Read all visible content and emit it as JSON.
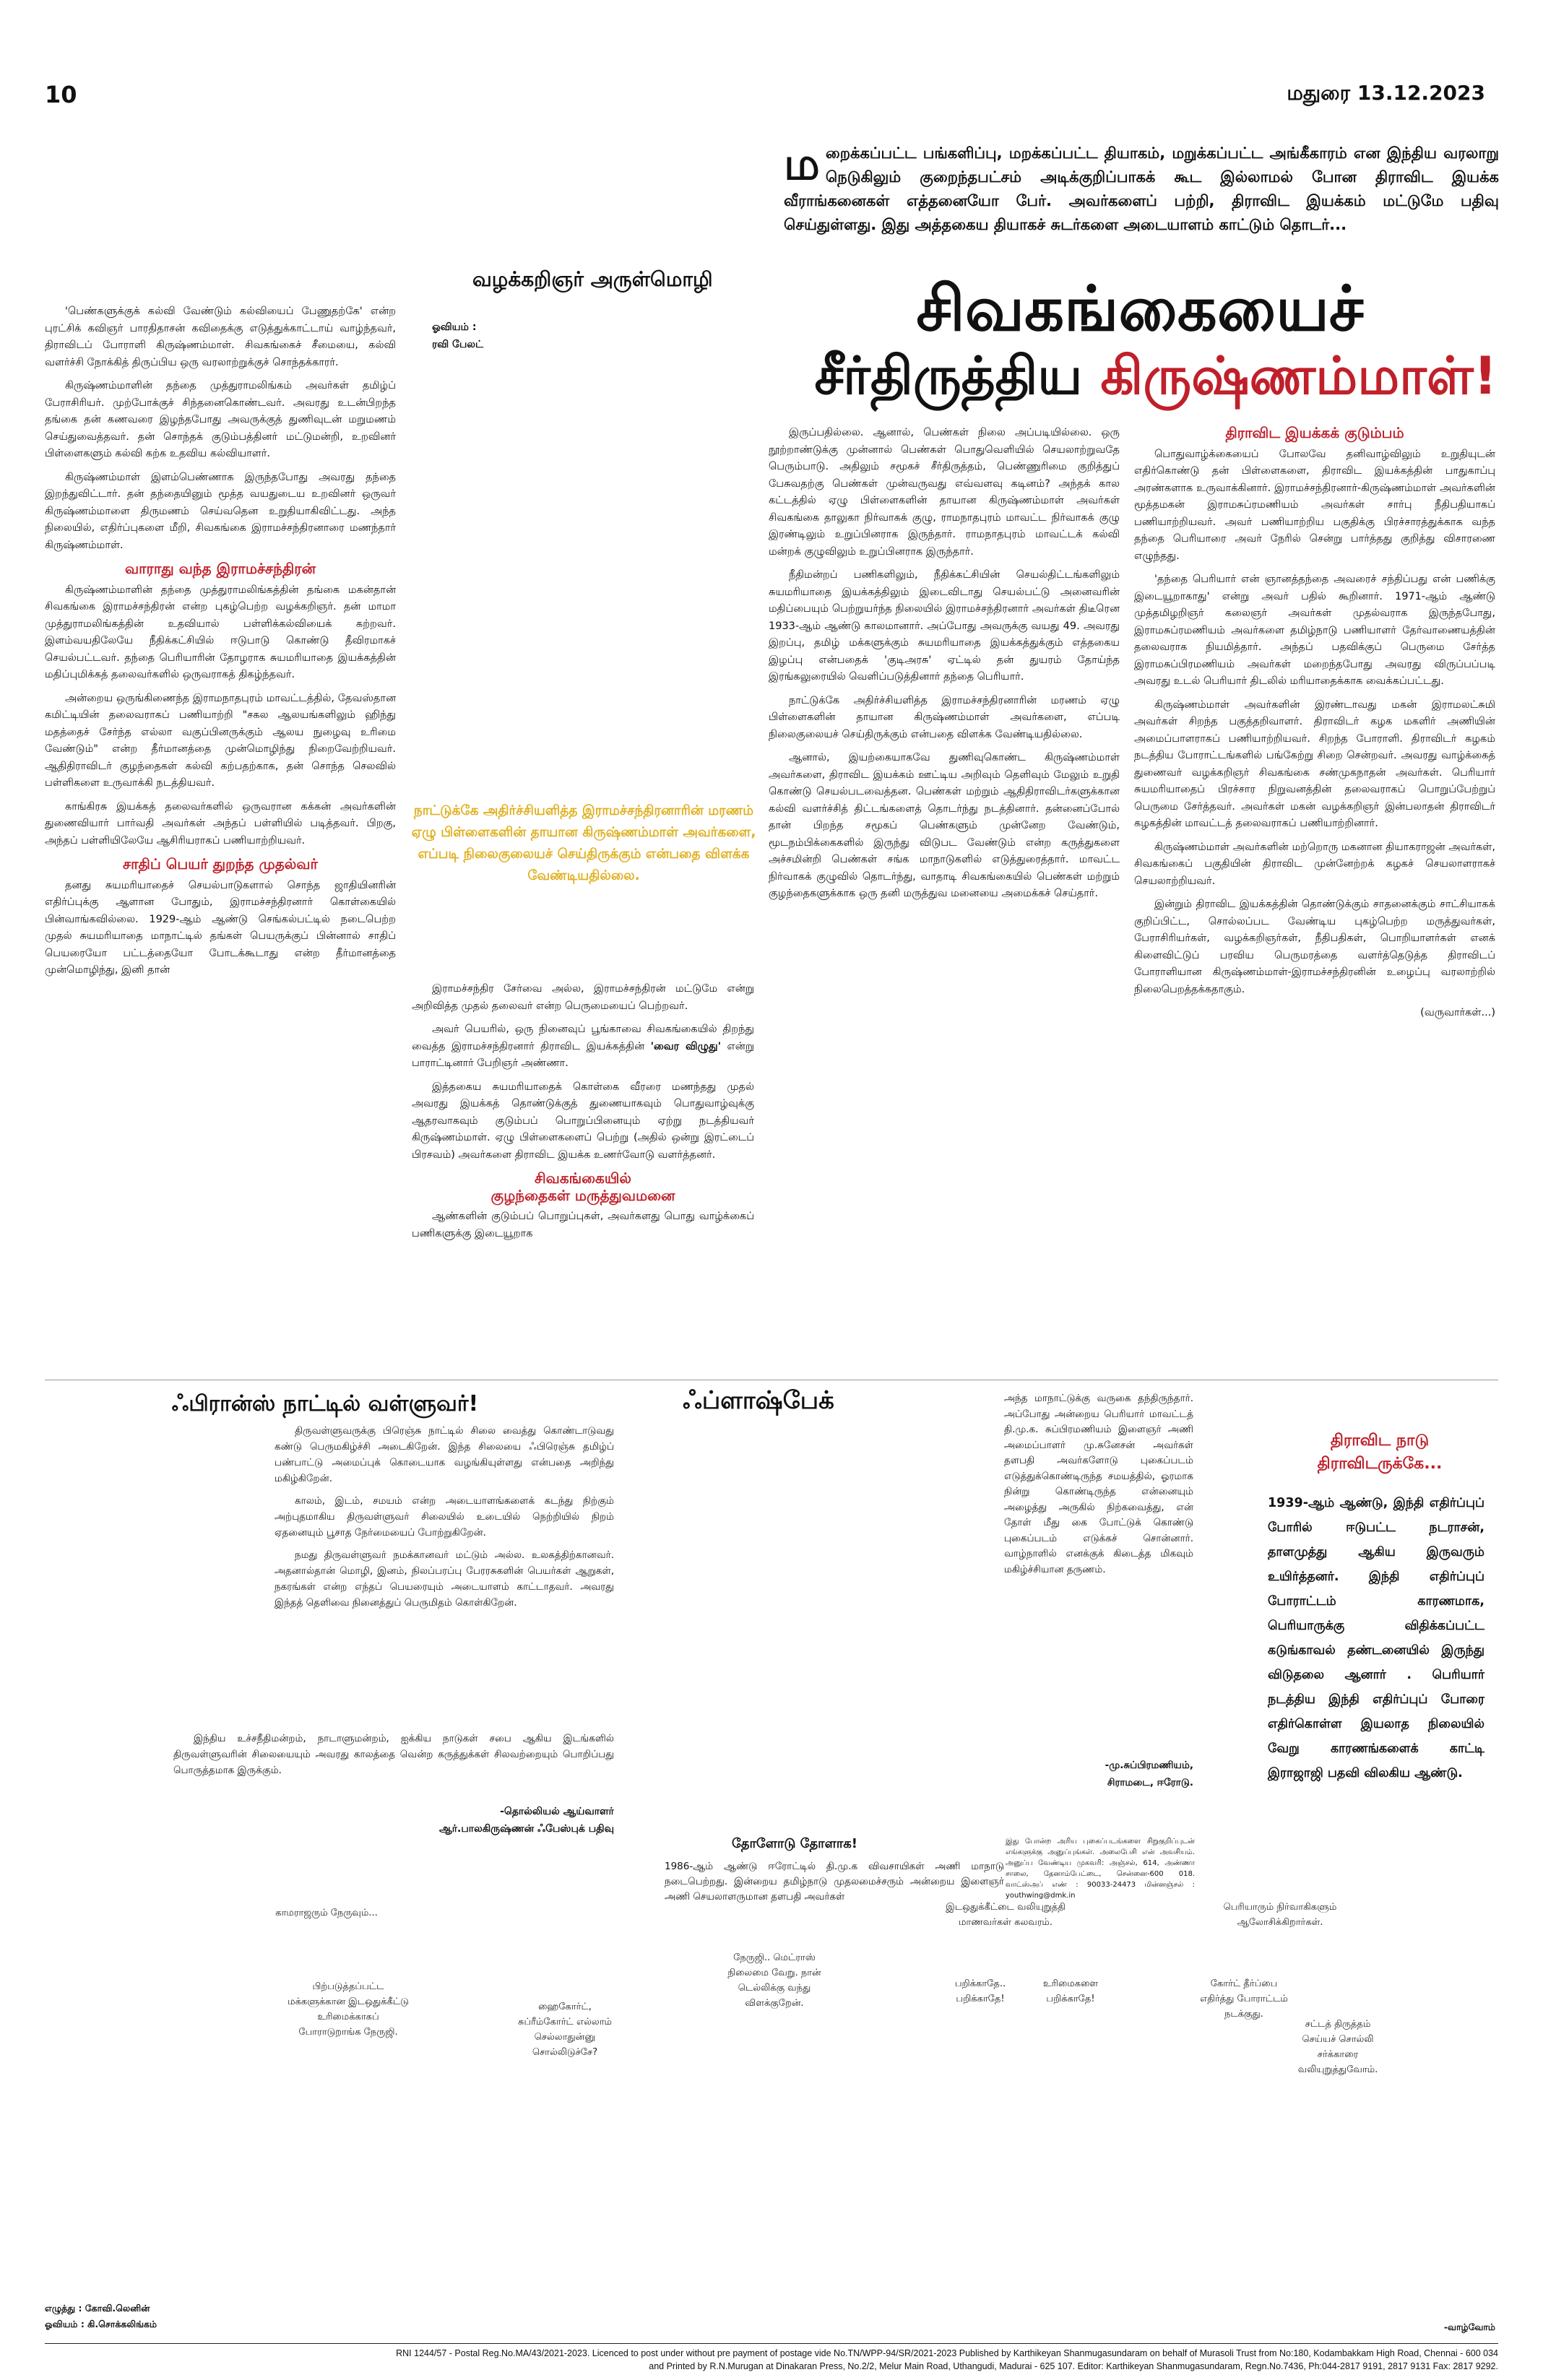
{
  "header": {
    "page_number": "10",
    "city_date": "மதுரை 13.12.2023"
  },
  "intro": {
    "drop_cap": "ம",
    "text": "றைக்கப்பட்ட பங்களிப்பு, மறக்கப்பட்ட தியாகம், மறுக்கப்பட்ட அங்கீகாரம் என இந்திய வரலாறு நெடுகிலும் குறைந்தபட்சம் அடிக்குறிப்பாகக் கூட இல்லாமல் போன திராவிட இயக்க வீராங்கனைகள் எத்தனையோ பேர். அவர்களைப் பற்றி, திராவிட இயக்கம் மட்டுமே பதிவு செய்துள்ளது. இது அத்தகைய தியாகச் சுடர்களை அடையாளம் காட்டும் தொடர்..."
  },
  "byline": {
    "author": "வழக்கறிஞர் அருள்மொழி",
    "art_label": "ஓவியம் :",
    "art_name": "ரவி பேலட்"
  },
  "title": {
    "line1": "சிவகங்கையைச்",
    "line2_black": "சீர்திருத்திய",
    "line2_red": "கிருஷ்ணம்மாள்!"
  },
  "col1": {
    "para1": "'பெண்களுக்குக் கல்வி வேண்டும் கல்வியைப் பேணுதற்கே' என்ற புரட்சிக் கவிஞர் பாரதிதாசன் கவிதைக்கு எடுத்துக்காட்டாய் வாழ்ந்தவர், திராவிடப் போராளி கிருஷ்ணம்மாள். சிவகங்கைச் சீமையை, கல்வி வளர்ச்சி நோக்கித் திருப்பிய ஒரு வரலாற்றுக்குச் சொந்தக்காரர்.",
    "para2": "கிருஷ்ணம்மாளின் தந்தை முத்துராமலிங்கம் அவர்கள் தமிழ்ப் பேராசிரியர். முற்போக்குச் சிந்தனைகொண்டவர். அவரது உடன்பிறந்த தங்கை தன் கணவரை இழந்தபோது அவருக்குத் துணிவுடன் மறுமணம் செய்துவைத்தவர். தன் சொந்தக் குடும்பத்தினர் மட்டுமன்றி, உறவினர் பிள்ளைகளும் கல்வி கற்க உதவிய கல்வியாளர்.",
    "para3": "கிருஷ்ணம்மாள் இளம்பெண்ணாக இருந்தபோது அவரது தந்தை இறந்துவிட்டார். தன் தந்தையினும் மூத்த வயதுடைய உறவினர் ஒருவர் கிருஷ்ணம்மாளை திருமணம் செய்வதென உறுதியாகிவிட்டது. அந்த நிலையில், எதிர்ப்புகளை மீறி, சிவகங்கை இராமச்சந்திரனாரை மணந்தார் கிருஷ்ணம்மாள்.",
    "head1": "வாராது வந்த இராமச்சந்திரன்",
    "para4": "கிருஷ்ணம்மாளின் தந்தை முத்துராமலிங்கத்தின் தங்கை மகன்தான் சிவகங்கை இராமச்சந்திரன் என்ற புகழ்பெற்ற வழக்கறிஞர். தன் மாமா முத்துராமலிங்கத்தின் உதவியால் பள்ளிக்கல்வியைக் கற்றவர். இளம்வயதிலேயே நீதிக்கட்சியில் ஈடுபாடு கொண்டு தீவிரமாகச் செயல்பட்டவர். தந்தை பெரியாரின் தோழராக சுயமரியாதை இயக்கத்தின் மதிப்புமிக்கத் தலைவர்களில் ஒருவராகத் திகழ்ந்தவர்.",
    "para5": "அன்றைய ஒருங்கிணைந்த இராமநாதபுரம் மாவட்டத்தில், தேவஸ்தான கமிட்டியின் தலைவராகப் பணியாற்றி \"சகல ஆலயங்களிலும் ஹிந்து மதத்தைச் சேர்ந்த எல்லா வகுப்பினருக்கும் ஆலய நுழைவு உரிமை வேண்டும்\" என்ற தீர்மானத்தை முன்மொழிந்து நிறைவேற்றியவர். ஆதிதிராவிடர் குழந்தைகள் கல்வி கற்பதற்காக, தன் சொந்த செலவில் பள்ளிகளை உருவாக்கி நடத்தியவர்.",
    "para6": "காங்கிரசு இயக்கத் தலைவர்களில் ஒருவரான கக்கன் அவர்களின் துணைவியார் பார்வதி அவர்கள் அந்தப் பள்ளியில் படித்தவர். பிறகு, அந்தப் பள்ளியிலேயே ஆசிரியராகப் பணியாற்றியவர்.",
    "head2": "சாதிப் பெயர் துறந்த முதல்வர்",
    "para7": "தனது சுயமரியாதைச் செயல்பாடுகளால் சொந்த ஜாதியினரின் எதிர்ப்புக்கு ஆளான போதும், இராமச்சந்திரனார் கொள்கையில் பின்வாங்கவில்லை. 1929-ஆம் ஆண்டு செங்கல்பட்டில் நடைபெற்ற முதல் சுயமரியாதை மாநாட்டில் தங்கள் பெயருக்குப் பின்னால் சாதிப் பெயரையோ பட்டத்தையோ போடக்கூடாது என்ற தீர்மானத்தை முன்மொழிந்து, இனி தான்"
  },
  "pullquote": {
    "text": "நாட்டுக்கே அதிர்ச்சியளித்த இராமச்சந்திரனாரின் மரணம் ஏழு பிள்ளைகளின் தாயான கிருஷ்ணம்மாள் அவர்களை, எப்படி நிலைகுலையச் செய்திருக்கும் என்பதை விளக்க வேண்டியதில்லை."
  },
  "col2": {
    "para1": "இராமச்சந்திர சேர்வை அல்ல, இராமச்சந்திரன் மட்டுமே என்று அறிவித்த முதல் தலைவர் என்ற பெருமையைப் பெற்றவர்.",
    "para2_a": "அவர் பெயரில், ஒரு நினைவுப் பூங்காவை சிவகங்கையில் திறந்து வைத்த இராமச்சந்திரனார் திராவிட இயக்கத்தின் ",
    "para2_bold": "'வைர விழுது'",
    "para2_b": " என்று பாராட்டினார் பேறிஞர் அண்ணா.",
    "para3": "இத்தகைய சுயமரியாதைக் கொள்கை வீரரை மணந்தது முதல் அவரது இயக்கத் தொண்டுக்குத் துணையாகவும் பொதுவாழ்வுக்கு ஆதரவாகவும் குடும்பப் பொறுப்பினையும் ஏற்று நடத்தியவர் கிருஷ்ணம்மாள். ஏழு பிள்ளைகளைப் பெற்று (அதில் ஒன்று இரட்டைப் பிரசவம்) அவர்களை திராவிட இயக்க உணர்வோடு வளர்த்தனர்.",
    "head_line1": "சிவகங்கையில்",
    "head_line2": "குழந்தைகள் மருத்துவமனை",
    "para4": "ஆண்களின் குடும்பப் பொறுப்புகள், அவர்களது பொது வாழ்க்கைப் பணிகளுக்கு இடையூறாக"
  },
  "col3": {
    "para1": "இருப்பதில்லை. ஆனால், பெண்கள் நிலை அப்படியில்லை. ஒரு நூற்றாண்டுக்கு முன்னால் பெண்கள் பொதுவெளியில் செயலாற்றுவதே பெரும்பாடு. அதிலும் சமூகச் சீர்திருத்தம், பெண்ணுரிமை குறித்துப் பேசுவதற்கு பெண்கள் முன்வருவது எவ்வளவு கடினம்? அந்தக் கால கட்டத்தில் ஏழு பிள்ளைகளின் தாயான கிருஷ்ணம்மாள் அவர்கள் சிவகங்கை தாலுகா நிர்வாகக் குழு, ராமநாதபுரம் மாவட்ட நிர்வாகக் குழு இரண்டிலும் உறுப்பினராக இருந்தார். ராமநாதபுரம் மாவட்டக் கல்வி மன்றக் குழுவிலும் உறுப்பினராக இருந்தார்.",
    "para2": "நீதிமன்றப் பணிகளிலும், நீதிக்கட்சியின் செயல்திட்டங்களிலும் சுயமரியாதை இயக்கத்திலும் இடைவிடாது செயல்பட்டு அனைவரின் மதிப்பையும் பெற்றுயர்ந்த நிலையில் இராமச்சந்திரனார் அவர்கள் திடீரென 1933-ஆம் ஆண்டு காலமானார். அப்போது அவருக்கு வயது 49. அவரது இறப்பு, தமிழ் மக்களுக்கும் சுயமரியாதை இயக்கத்துக்கும் எத்தகைய இழப்பு என்பதைக் 'குடிஅரசு' ஏட்டில் தன் துயரம் தோய்ந்த இரங்கலுரையில் வெளிப்படுத்தினார் தந்தை பெரியார்.",
    "para3": "நாட்டுக்கே அதிர்ச்சியளித்த இராமச்சந்திரனாரின் மரணம் ஏழு பிள்ளைகளின் தாயான கிருஷ்ணம்மாள் அவர்களை, எப்படி நிலைகுலையச் செய்திருக்கும் என்பதை விளக்க வேண்டியதில்லை.",
    "para4": "ஆனால், இயற்கையாகவே துணிவுகொண்ட கிருஷ்ணம்மாள் அவர்களை, திராவிட இயக்கம் ஊட்டிய அறிவும் தெளிவும் மேலும் உறுதி கொண்டு செயல்படவைத்தன. பெண்கள் மற்றும் ஆதிதிராவிடர்களுக்கான கல்வி வளர்ச்சித் திட்டங்களைத் தொடர்ந்து நடத்தினார். தன்னைப்போல் தான் பிறந்த சமூகப் பெண்களும் முன்னேற வேண்டும், மூடநம்பிக்கைகளில் இருந்து விடுபட வேண்டும் என்ற கருத்துகளை அச்சமின்றி பெண்கள் சங்க மாநாடுகளில் எடுத்துரைத்தார். மாவட்ட நிர்வாகக் குழுவில் தொடர்ந்து, வாதாடி சிவகங்கையில் பெண்கள் மற்றும் குழந்தைகளுக்காக ஒரு தனி மருத்துவ மனையை அமைக்கச் செய்தார்."
  },
  "col4": {
    "head1": "திராவிட இயக்கக் குடும்பம்",
    "para1": "பொதுவாழ்க்கையைப் போலவே தனிவாழ்விலும் உறுதியுடன் எதிர்கொண்டு தன் பிள்ளைகளை, திராவிட இயக்கத்தின் பாதுகாப்பு அரண்களாக உருவாக்கினார். இராமச்சந்திரனார்-கிருஷ்ணம்மாள் அவர்களின் மூத்தமகன் இராமசுப்ரமணியம் அவர்கள் சார்பு நீதிபதியாகப் பணியாற்றியவர். அவர் பணியாற்றிய பகுதிக்கு பிரச்சாரத்துக்காக வந்த தந்தை பெரியாரை அவர் நேரில் சென்று பார்த்தது குறித்து விசாரணை எழுந்தது.",
    "para2": "'தந்தை பெரியார் என் ஞானத்தந்தை அவரைச் சந்திப்பது என் பணிக்கு இடையூறாகாது' என்று அவர் பதில் கூறினார். 1971-ஆம் ஆண்டு முத்தமிழறிஞர் கலைஞர் அவர்கள் முதல்வராக இருந்தபோது, இராமசுப்ரமணியம் அவர்களை தமிழ்நாடு பணியாளர் தேர்வாணையத்தின் தலைவராக நியமித்தார். அந்தப் பதவிக்குப் பெருமை சேர்த்த இராமசுப்பிரமணியம் அவர்கள் மறைந்தபோது அவரது விருப்பப்படி அவரது உடல் பெரியார் திடலில் மரியாதைக்காக வைக்கப்பட்டது.",
    "para3": "கிருஷ்ணம்மாள் அவர்களின் இரண்டாவது மகன் இராமலட்சுமி அவர்கள் சிறந்த பகுத்தறிவாளர். திராவிடர் கழக மகளிர் அணியின் அமைப்பாளராகப் பணியாற்றியவர். சிறந்த போராளி. திராவிடர் கழகம் நடத்திய போராட்டங்களில் பங்கேற்று சிறை சென்றவர். அவரது வாழ்க்கைத் துணைவர் வழக்கறிஞர் சிவகங்கை சண்முகநாதன் அவர்கள். பெரியார் சுயமரியாதைப் பிரச்சார நிறுவனத்தின் தலைவராகப் பொறுப்பேற்றுப் பெருமை சேர்த்தவர். அவர்கள் மகன் வழக்கறிஞர் இன்பலாதன் திராவிடர் கழகத்தின் மாவட்டத் தலைவராகப் பணியாற்றினார்.",
    "para4": "கிருஷ்ணம்மாள் அவர்களின் மற்றொரு மகனான தியாகராஜன் அவர்கள், சிவகங்கைப் பகுதியின் திராவிட முன்னேற்றக் கழகச் செயலாளராகச் செயலாற்றியவர்.",
    "para5": "இன்றும் திராவிட இயக்கத்தின் தொண்டுக்கும் சாதனைக்கும் சாட்சியாகக் குறிப்பிட்ட, சொல்லப்பட வேண்டிய புகழ்பெற்ற மருத்துவர்கள், பேராசிரியர்கள், வழக்கறிஞர்கள், நீதிபதிகள், பொறியாளர்கள் எனக் கிளைவிட்டுப் பரவிய பெருமரத்தை வளர்த்தெடுத்த திராவிடப் போராளியான கிருஷ்ணம்மாள்-இராமச்சந்திரனின் உழைப்பு வரலாற்றில் நிலைபெறத்தக்கதாகும்.",
    "cont": "(வருவார்கள்...)"
  },
  "france": {
    "title": "ஃபிரான்ஸ் நாட்டில் வள்ளுவர்!",
    "para1": "திருவள்ளுவருக்கு பிரெஞ்சு நாட்டில் சிலை வைத்து கொண்டாடுவது கண்டு பெருமகிழ்ச்சி அடைகிறேன். இந்த சிலையை ஃபிரெஞ்சு தமிழ்ப் பண்பாட்டு அமைப்புக் கொடையாக வழங்கியுள்ளது என்பதை அறிந்து மகிழ்கிறேன்.",
    "para2": "காலம், இடம், சமயம் என்ற அடையாளங்களைக் கடந்து நிற்கும் அற்புதமாகிய திருவள்ளுவர் சிலையில் உடையில் நெற்றியில் நிறம் ஏதனையும் பூசாத நேர்மையைப் போற்றுகிறேன்.",
    "para3": "நமது திருவள்ளுவர் நமக்கானவர் மட்டும் அல்ல. உலகத்திற்கானவர். அதனால்தான் மொழி, இனம், நிலப்பரப்பு பேரரசுகளின் பெயர்கள் ஆறுகள், நகரங்கள் என்ற எந்தப் பெயரையும் அடையாளம் காட்டாதவர். அவரது இந்தத் தெளிவை நினைத்துப் பெருமிதம் கொள்கிறேன்.",
    "para4": "இந்திய உச்சநீதிமன்றம், நாடாளுமன்றம், ஐக்கிய நாடுகள் சபை ஆகிய இடங்களில் திருவள்ளுவரின் சிலையையும் அவரது காலத்தை வென்ற கருத்துக்கள் சிலவற்றையும் பொறிப்பது பொருத்தமாக இருக்கும்.",
    "sign1": "-தொல்லியல் ஆய்வாளர்",
    "sign2": "ஆர்.பாலகிருஷ்ணன் ஃபேஸ்புக் பதிவு"
  },
  "flashback": {
    "title": "ஃப்ளாஷ்பேக்",
    "text": "அந்த மாநாட்டுக்கு வருகை தந்திருந்தார். அப்போது அன்றைய பெரியார் மாவட்டத் தி.மு.க. சுப்பிரமணியம் இளைஞர் அணி அமைப்பாளர் மு.சுனேசன் அவர்கள் தளபதி அவர்களோடு புகைப்படம் எடுத்துக்கொண்டிருந்த சமயத்தில், ஓரமாக நின்று கொண்டிருந்த என்னையும் அழைத்து அருகில் நிற்கவைத்து, என் தோள் மீது கை போட்டுக் கொண்டு புகைப்படம் எடுக்கச் சொன்னார். வாழ்நாளில் எனக்குக் கிடைத்த மிகவும் மகிழ்ச்சியான தருணம்.",
    "sign1": "-மு.சுப்பிரமணியம்,",
    "sign2": "சிராமடை, ஈரோடு.",
    "photo_title": "தோளோடு தோளாக!",
    "photo_caption": "1986-ஆம் ஆண்டு ஈரோட்டில் தி.மு.க விவசாயிகள் அணி மாநாடு நடைபெற்றது. இன்றைய தமிழ்நாடு முதலமைச்சரும் அன்றைய இளைஞர் அணி செயலாளருமான தளபதி அவர்கள்",
    "notice": "இது போன்ற அரிய புகைப்படங்களை சிறுகுறிப்புடன் எங்களுக்கு அனுப்புங்கள். அலைபேசி என் அவசியம். அனுப்ப வேண்டிய முகவரி: அஞ்சல், 614, அண்ணா சாலை, தேனாம்பேட்டை, சென்னை-600 018. வாட்ஸ்அப் எண் : 90033-24473 மின்னஞ்சல் : youthwing@dmk.in"
  },
  "dravida": {
    "title_line1": "திராவிட நாடு",
    "title_line2": "திராவிடருக்கே...",
    "text": "1939-ஆம் ஆண்டு, இந்தி எதிர்ப்புப் போரில் ஈடுபட்ட நடராசன், தாளமுத்து ஆகிய இருவரும் உயிர்த்தனர். இந்தி எதிர்ப்புப் போராட்டம் காரணமாக, பெரியாருக்கு விதிக்கப்பட்ட கடுங்காவல் தண்டனையில் இருந்து விடுதலை ஆனார் . பெரியார் நடத்திய இந்தி எதிர்ப்புப் போரை எதிர்கொள்ள இயலாத நிலையில் வேறு காரணங்களைக் காட்டி இராஜாஜி பதவி விலகிய ஆண்டு."
  },
  "cartoon": {
    "b1": "காமராஜரும் நேருவும்...",
    "b2": "பிற்படுத்தப்பட்ட\nமக்களுக்கான இடஒதுக்கீட்டு\nஉரிமைக்காகப்\nபோராடுறாங்க நேருஜி.",
    "b3": "ஹைகோர்ட்,\nசுப்ரீம்கோர்ட் எல்லாம்\nசெல்லாதுன்னு\nசொல்லிடுச்சே?",
    "b4": "நேருஜி.. மெட்ராஸ்\nநிலைமை வேறு. நான்\nடெல்லிக்கு வந்து\nவிளக்குறேன்.",
    "b5": "இடஒதுக்கீட்டை வலியுறுத்தி\nமாணவர்கள் கலவரம்.",
    "b6": "பறிக்காதே..\nபறிக்காதே!",
    "b7": "உரிமைகளை\nபறிக்காதே!",
    "b8": "பெரியாரும் நிர்வாகிகளும்\nஆலோசிக்கிறார்கள்.",
    "b9": "கோர்ட் தீர்ப்பை\nஎதிர்த்து போராட்டம்\nநடக்குது.",
    "b10": "சட்டத் திருத்தம்\nசெய்யச் சொல்லி\nசர்க்காரை\nவலியுறுத்துவோம்.",
    "credit_writer": "எழுத்து : கோவி.லெனின்",
    "credit_artist": "ஓவியம் : கி.சொக்கலிங்கம்",
    "credit_right": "-வாழ்வோம்"
  },
  "footer": {
    "line1": "RNI 1244/57 - Postal Reg.No.MA/43/2021-2023. Licenced to post under without pre payment of postage vide No.TN/WPP-94/SR/2021-2023 Published by Karthikeyan Shanmugasundaram on behalf of Murasoli Trust from No:180, Kodambakkam High Road, Chennai - 600 034",
    "line2": "and Printed by R.N.Murugan at Dinakaran Press, No.2/2, Melur Main Road, Uthangudi, Madurai - 625 107. Editor: Karthikeyan Shanmugasundaram, Regn.No.7436, Ph:044-2817 9191, 2817 9131 Fax: 2817 9292."
  }
}
